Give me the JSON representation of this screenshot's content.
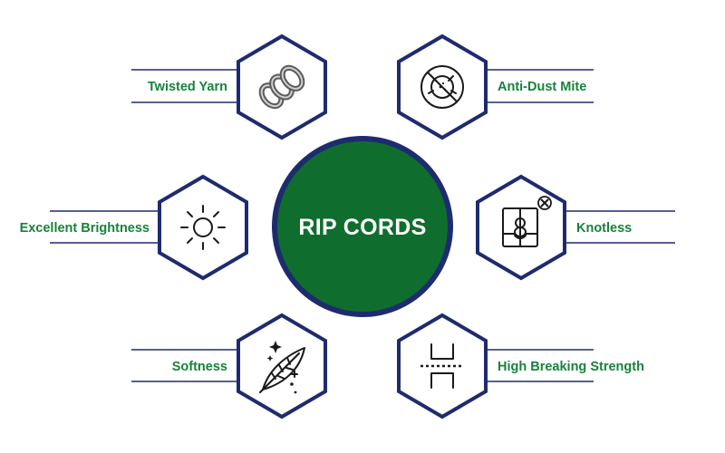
{
  "center": {
    "title": "RIP CORDS"
  },
  "features": {
    "twisted_yarn": {
      "label": "Twisted Yarn",
      "icon": "twisted-yarn-icon"
    },
    "anti_dust_mite": {
      "label": "Anti-Dust Mite",
      "icon": "no-dust-mite-icon"
    },
    "excellent_brightness": {
      "label": "Excellent Brightness",
      "icon": "sun-icon"
    },
    "knotless": {
      "label": "Knotless",
      "icon": "knot-crossed-icon"
    },
    "softness": {
      "label": "Softness",
      "icon": "feather-icon"
    },
    "high_breaking_strength": {
      "label": "High Breaking Strength",
      "icon": "breaking-strength-icon"
    }
  },
  "colors": {
    "accent_green": "#16833a",
    "navy": "#1e2b6e",
    "center_fill": "#0f6e2d"
  }
}
